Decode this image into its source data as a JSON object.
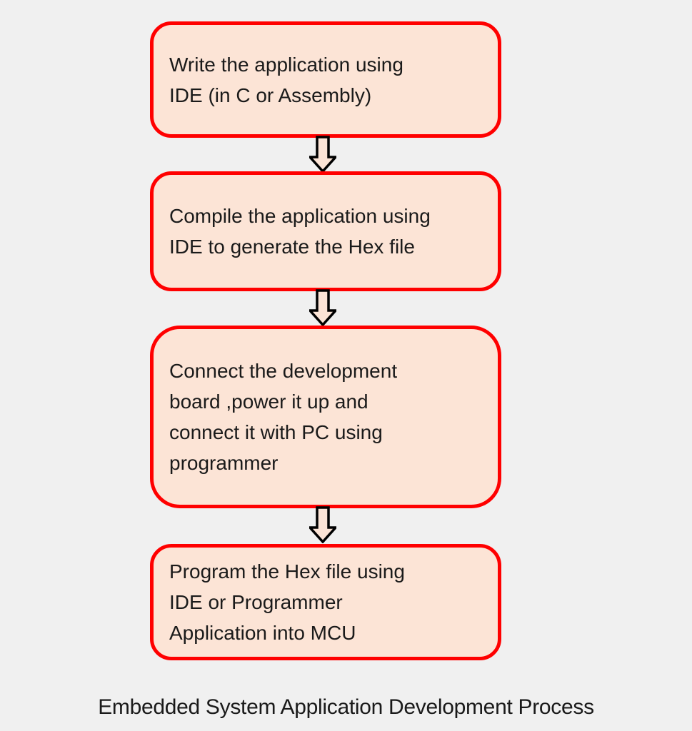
{
  "diagram": {
    "title": "Embedded System Application Development Process",
    "steps": [
      {
        "text": "Write the application using\nIDE (in C or Assembly)"
      },
      {
        "text": "Compile the application using\nIDE to generate the Hex file"
      },
      {
        "text": "Connect the development\nboard ,power it up and\nconnect it with PC using\nprogrammer"
      },
      {
        "text": "Program the Hex file using\nIDE or Programmer\nApplication into MCU"
      }
    ],
    "connector_icon": "down-block-arrow",
    "colors": {
      "background": "#f0f0f0",
      "box_fill": "#fce4d6",
      "box_border": "#ff0000",
      "arrow_fill": "#fce4d6",
      "arrow_outline": "#000000",
      "text": "#1a1a1a"
    }
  }
}
